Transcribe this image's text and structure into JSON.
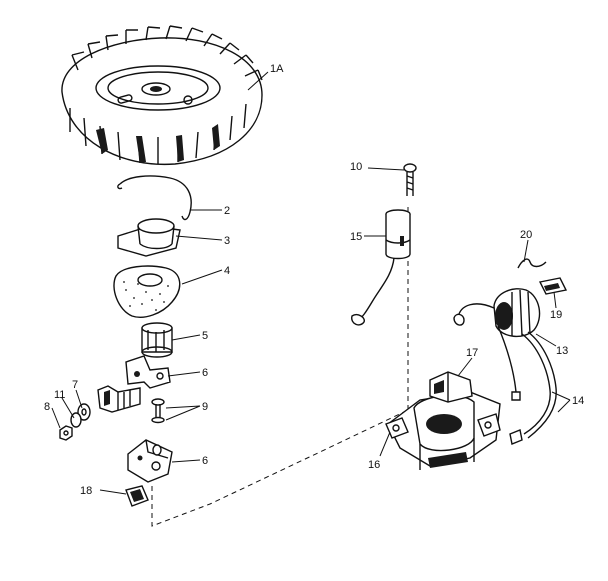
{
  "callouts": {
    "flywheel": "1A",
    "spring_clip": "2",
    "sleeve": "3",
    "gasket": "4",
    "spacer": "5",
    "breaker_point_upper": "6",
    "breaker_point_lower": "6",
    "washer_left": "7",
    "nut": "8",
    "screw_washer": "9",
    "bolt": "10",
    "lock_washer": "11",
    "stator_coil": "13",
    "lead_wire": "14",
    "condenser": "15",
    "bracket": "16",
    "mount_tab": "17",
    "grommet": "18",
    "clip_small": "19",
    "wire_spring": "20"
  },
  "colors": {
    "ink": "#111111",
    "paper": "#ffffff"
  }
}
